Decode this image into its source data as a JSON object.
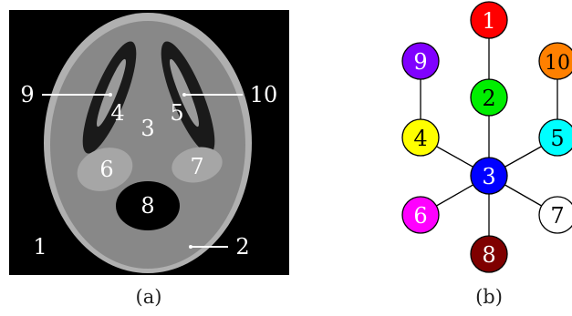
{
  "panel_a": {
    "caption": "(a)",
    "region_labels": [
      "1",
      "2",
      "3",
      "4",
      "5",
      "6",
      "7",
      "8",
      "9",
      "10"
    ]
  },
  "panel_b": {
    "caption": "(b)",
    "nodes": [
      {
        "id": "1",
        "label": "1",
        "color": "#ff0000",
        "text_color": "#ffffff"
      },
      {
        "id": "2",
        "label": "2",
        "color": "#00ee00",
        "text_color": "#000000"
      },
      {
        "id": "3",
        "label": "3",
        "color": "#0000ff",
        "text_color": "#ffffff"
      },
      {
        "id": "4",
        "label": "4",
        "color": "#ffff00",
        "text_color": "#000000"
      },
      {
        "id": "5",
        "label": "5",
        "color": "#00ffff",
        "text_color": "#000000"
      },
      {
        "id": "6",
        "label": "6",
        "color": "#ff00ff",
        "text_color": "#ffffff"
      },
      {
        "id": "7",
        "label": "7",
        "color": "#ffffff",
        "text_color": "#000000"
      },
      {
        "id": "8",
        "label": "8",
        "color": "#7f0000",
        "text_color": "#ffffff"
      },
      {
        "id": "9",
        "label": "9",
        "color": "#8000ff",
        "text_color": "#ffffff"
      },
      {
        "id": "10",
        "label": "10",
        "color": "#ff8000",
        "text_color": "#000000"
      }
    ],
    "edges": [
      [
        "1",
        "2"
      ],
      [
        "2",
        "3"
      ],
      [
        "3",
        "4"
      ],
      [
        "3",
        "5"
      ],
      [
        "3",
        "6"
      ],
      [
        "3",
        "7"
      ],
      [
        "3",
        "8"
      ],
      [
        "4",
        "9"
      ],
      [
        "5",
        "10"
      ]
    ]
  }
}
